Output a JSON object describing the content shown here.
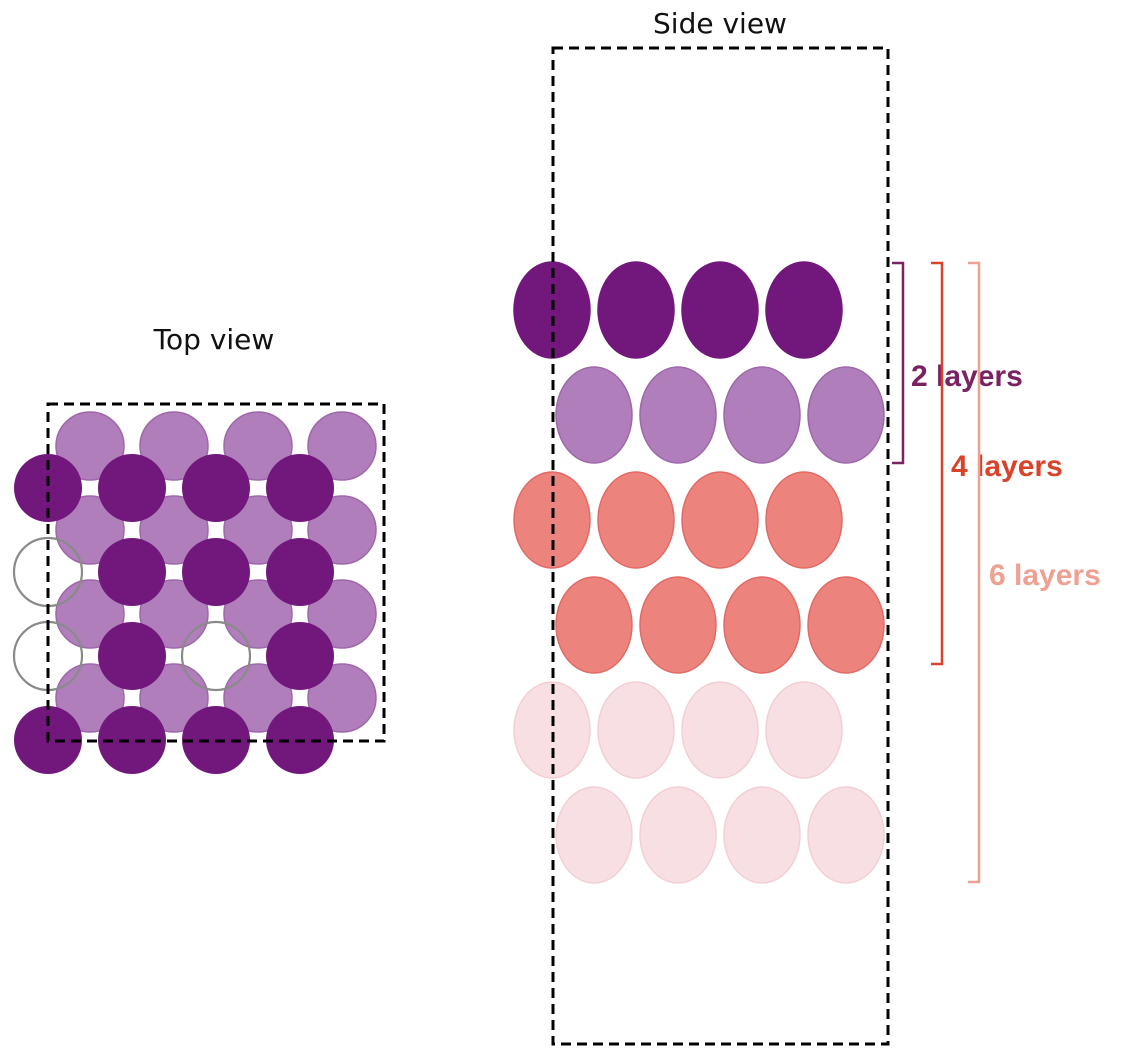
{
  "top_view": {
    "title": "Top view",
    "legend_description": "Square lattice of atoms seen from above; outlined circles mark vacancies"
  },
  "side_view": {
    "title": "Side view"
  },
  "layers": [
    {
      "index": 1,
      "color": "#72187d",
      "group": "top"
    },
    {
      "index": 2,
      "color": "#b07fbb",
      "group": "top"
    },
    {
      "index": 3,
      "color": "#ec837d",
      "group": "middle"
    },
    {
      "index": 4,
      "color": "#ec837d",
      "group": "middle"
    },
    {
      "index": 5,
      "color": "#f8dfe3",
      "group": "bottom"
    },
    {
      "index": 6,
      "color": "#f8dfe3",
      "group": "bottom"
    }
  ],
  "brackets": [
    {
      "label": "2 layers",
      "color": "#7b2362",
      "layers": 2
    },
    {
      "label": "4 layers",
      "color": "#d8432a",
      "layers": 4
    },
    {
      "label": "6 layers",
      "color": "#eea093",
      "layers": 6
    }
  ],
  "colors": {
    "dark_purple": "#72187d",
    "light_purple": "#b07fbb",
    "salmon": "#ec837d",
    "pale_pink": "#f8dfe3",
    "vacancy_outline": "#8a8a8a",
    "cell_border": "#000000"
  }
}
